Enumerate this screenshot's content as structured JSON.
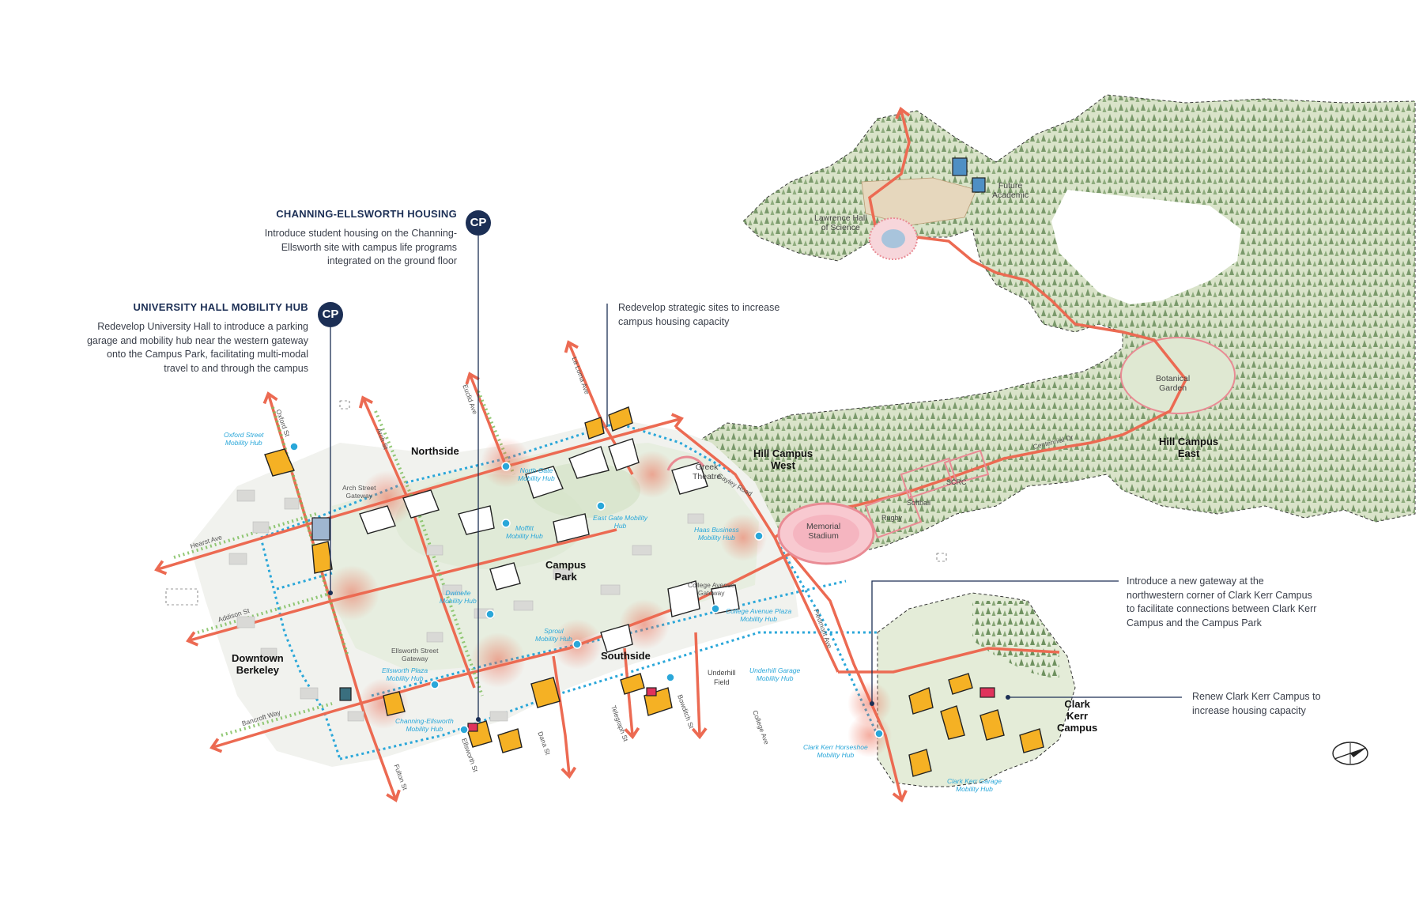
{
  "callouts": {
    "channing": {
      "title": "CHANNING-ELLSWORTH HOUSING",
      "badge": "CP",
      "text_lines": [
        "Introduce student housing on the Channing-",
        "Ellsworth site with campus life programs",
        "integrated on the ground floor"
      ]
    },
    "university_hall": {
      "title": "UNIVERSITY HALL MOBILITY HUB",
      "badge": "CP",
      "text_lines": [
        "Redevelop University Hall to introduce a parking",
        "garage and mobility hub near the western gateway",
        "onto the Campus Park, facilitating multi-modal",
        "travel to and through the campus"
      ]
    },
    "redevelop": {
      "text_lines": [
        "Redevelop strategic sites to increase",
        "campus housing capacity"
      ]
    },
    "gateway": {
      "text_lines": [
        "Introduce a new gateway at the",
        "northwestern corner of Clark Kerr Campus",
        "to facilitate connections between Clark Kerr",
        "Campus and the Campus Park"
      ]
    },
    "renew": {
      "text_lines": [
        "Renew Clark Kerr Campus to",
        "increase housing capacity"
      ]
    }
  },
  "districts": {
    "northside": "Northside",
    "campus_park": [
      "Campus",
      "Park"
    ],
    "southside": "Southside",
    "downtown": [
      "Downtown",
      "Berkeley"
    ],
    "hill_west": [
      "Hill Campus",
      "West"
    ],
    "hill_east": [
      "Hill Campus",
      "East"
    ],
    "clark_kerr": [
      "Clark",
      "Kerr",
      "Campus"
    ]
  },
  "places": {
    "future_academic": [
      "Future",
      "Academic"
    ],
    "lawrence_hall": [
      "Lawrence Hall",
      "of Science"
    ],
    "botanical_garden": [
      "Botanical",
      "Garden"
    ],
    "greek_theatre": [
      "Greek",
      "Theatre"
    ],
    "memorial_stadium": [
      "Memorial",
      "Stadium"
    ],
    "softball": "Softball",
    "rugby": "Rugby",
    "scrc": "SCRC",
    "underhill_field": [
      "Underhill",
      "Field"
    ]
  },
  "mobility_hubs": {
    "oxford": [
      "Oxford Street",
      "Mobility Hub"
    ],
    "north_gate": [
      "North Gate",
      "Mobility Hub"
    ],
    "east_gate": [
      "East Gate Mobility",
      "Hub"
    ],
    "moffitt": [
      "Moffitt",
      "Mobility Hub"
    ],
    "haas": [
      "Haas Business",
      "Mobility Hub"
    ],
    "dwinelle": [
      "Dwinelle",
      "Mobility Hub"
    ],
    "sproul": [
      "Sproul",
      "Mobility Hub"
    ],
    "college_avenue_plaza": [
      "College Avenue Plaza",
      "Mobility Hub"
    ],
    "ellsworth_plaza": [
      "Ellsworth Plaza",
      "Mobility Hub"
    ],
    "underhill_garage": [
      "Underhill Garage",
      "Mobility Hub"
    ],
    "channing_ellsworth": [
      "Channing-Ellsworth",
      "Mobility Hub"
    ],
    "clark_kerr_horseshoe": [
      "Clark Kerr Horseshoe",
      "Mobility Hub"
    ],
    "clark_kerr_garage": [
      "Clark Kerr Garage",
      "Mobility Hub"
    ]
  },
  "gateways": {
    "arch_street": [
      "Arch Street",
      "Gateway"
    ],
    "college_avenue": [
      "College Avenue",
      "Gateway"
    ],
    "ellsworth_street": [
      "Ellsworth Street",
      "Gateway"
    ]
  },
  "streets": {
    "oxford": "Oxford St",
    "arch": "Arch St",
    "euclid": "Euclid Ave",
    "la_loma": "La Loma Ave",
    "hearst": "Hearst Ave",
    "addison": "Addison St",
    "bancroft": "Bancroft Way",
    "fulton": "Fulton St",
    "ellsworth": "Ellsworth St",
    "dana": "Dana St",
    "telegraph": "Telegraph St",
    "bowditch": "Bowditch St",
    "college": "College Ave",
    "piedmont": "Piedmont Ave",
    "gayley": "Gayley Road",
    "centennial": "Centennial Dr"
  },
  "colors": {
    "navy": "#1c2f55",
    "corridor_red": "#ec6a52",
    "hub_blue": "#2aa7d9",
    "forest_green": "#7a9a6a",
    "hill_fill": "#d9e3c9",
    "housing_orange": "#f5b124",
    "campus_fill": "#e7eee0"
  },
  "icons": {
    "compass": "north-arrow-icon"
  }
}
